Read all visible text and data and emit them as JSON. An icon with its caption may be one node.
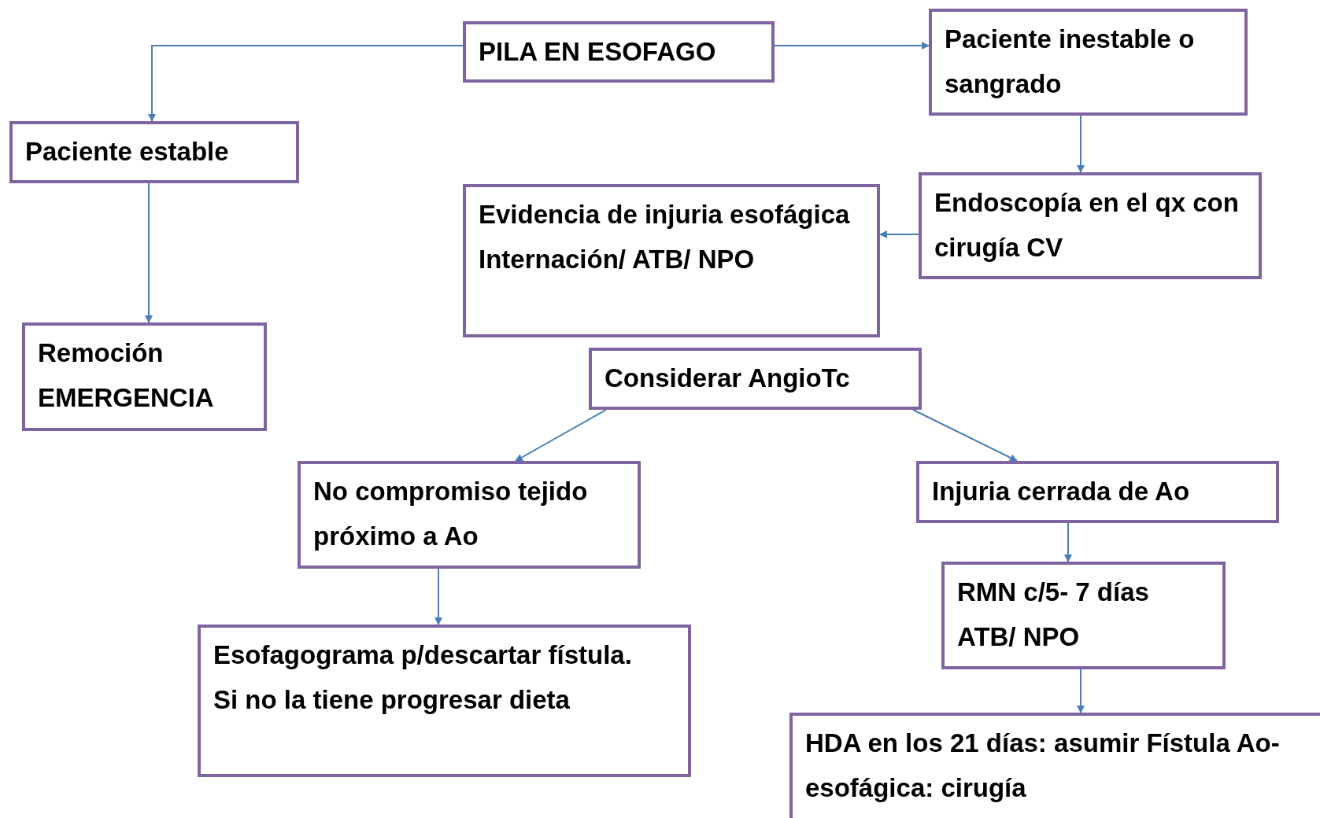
{
  "diagram": {
    "nodes": [
      {
        "text": [
          "PILA EN ESOFAGO"
        ]
      },
      {
        "text": [
          "Paciente inestable o sangrado"
        ]
      },
      {
        "text": [
          "Paciente estable"
        ]
      },
      {
        "text": [
          "Endoscopía en el qx con cirugía CV"
        ]
      },
      {
        "text": [
          "Evidencia de injuria esofágica",
          "Internación/ ATB/ NPO"
        ]
      },
      {
        "text": [
          "Remoción EMERGENCIA"
        ]
      },
      {
        "text": [
          "Considerar AngioTc"
        ]
      },
      {
        "text": [
          "No compromiso tejido próximo a Ao"
        ]
      },
      {
        "text": [
          "Injuria cerrada de Ao"
        ]
      },
      {
        "text": [
          "RMN c/5- 7 días",
          "ATB/ NPO"
        ]
      },
      {
        "text": [
          "Esofagograma p/descartar fístula.",
          "Si no la tiene progresar dieta"
        ]
      },
      {
        "text": [
          "HDA en los 21 días: asumir Fístula Ao- esofágica: cirugía"
        ]
      }
    ],
    "edges": [
      {
        "from": 0,
        "to": 2,
        "arrow": "to"
      },
      {
        "from": 0,
        "to": 1,
        "arrow": "to"
      },
      {
        "from": 2,
        "to": 5,
        "arrow": "to"
      },
      {
        "from": 1,
        "to": 3,
        "arrow": "to"
      },
      {
        "from": 3,
        "to": 4,
        "arrow": "to"
      },
      {
        "from": 6,
        "to": 7,
        "arrow": "to"
      },
      {
        "from": 6,
        "to": 8,
        "arrow": "to"
      },
      {
        "from": 7,
        "to": 10,
        "arrow": "to"
      },
      {
        "from": 8,
        "to": 9,
        "arrow": "to"
      },
      {
        "from": 9,
        "to": 11,
        "arrow": "to"
      }
    ]
  }
}
